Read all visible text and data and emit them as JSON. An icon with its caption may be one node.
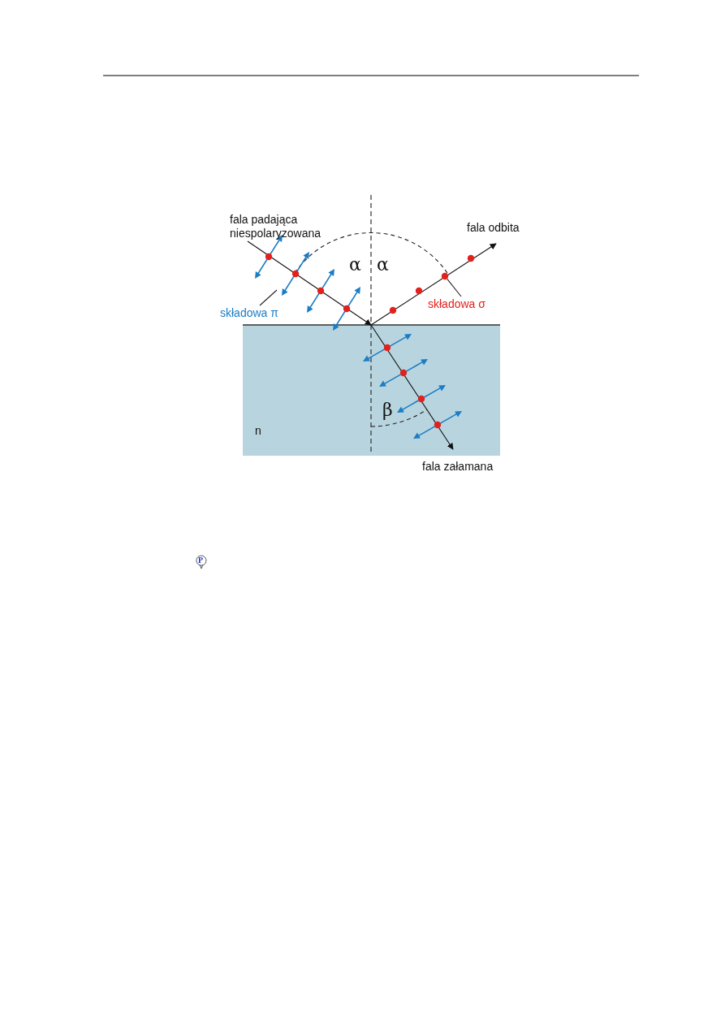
{
  "diagram": {
    "nodes": [
      {
        "text": [
          "składowa π"
        ]
      },
      {
        "text": [
          "składowa σ"
        ]
      },
      {
        "text": [],
        "shape": "circle"
      }
    ],
    "edges": [
      {
        "from": 0,
        "to": null,
        "arrow": "none"
      },
      {
        "from": 1,
        "to": 2,
        "arrow": "none"
      }
    ],
    "labels": [
      "fala padająca niespolaryzowana",
      "α",
      "α",
      "fala odbita",
      "β",
      "n",
      "fala załamana",
      "P"
    ]
  }
}
